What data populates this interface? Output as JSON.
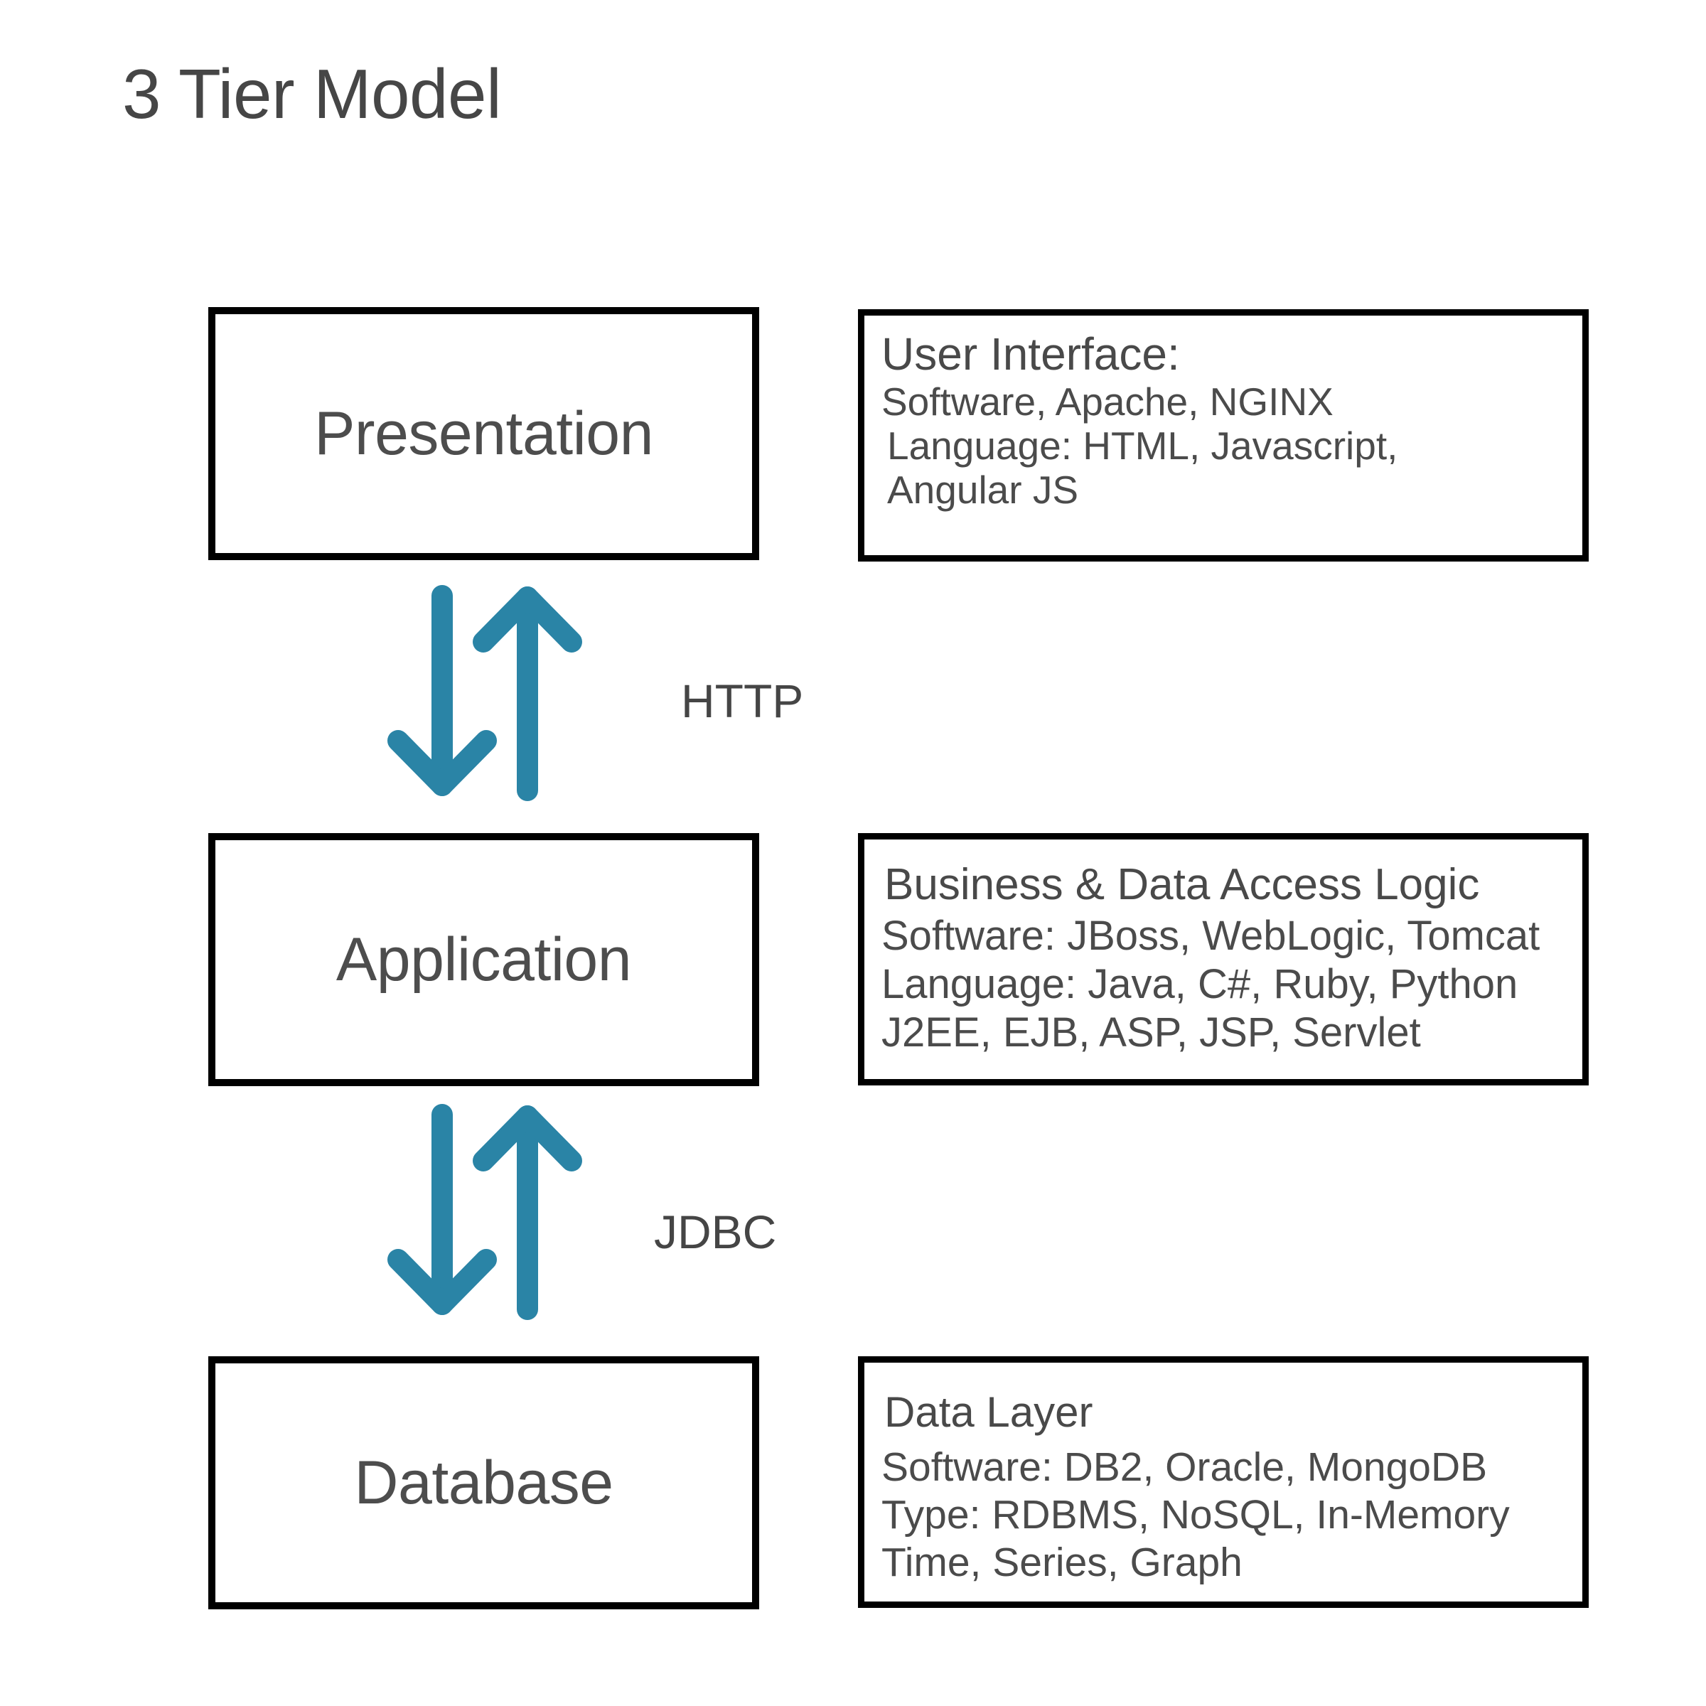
{
  "title": "3 Tier Model",
  "colors": {
    "arrow_teal": "#2a84a6",
    "box_border": "#000000",
    "text_gray": "#4a4a4a",
    "background": "#ffffff"
  },
  "tiers": [
    {
      "name": "presentation",
      "label": "Presentation",
      "detail": {
        "heading": "User Interface:",
        "lines": [
          "Software, Apache, NGINX",
          "Language: HTML, Javascript,",
          "Angular JS"
        ]
      }
    },
    {
      "name": "application",
      "label": "Application",
      "detail": {
        "heading": "Business & Data Access Logic",
        "lines": [
          "Software: JBoss, WebLogic, Tomcat",
          "Language: Java, C#, Ruby, Python",
          "J2EE, EJB, ASP, JSP, Servlet"
        ]
      }
    },
    {
      "name": "database",
      "label": "Database",
      "detail": {
        "heading": "Data Layer",
        "lines": [
          "Software: DB2, Oracle, MongoDB",
          "Type: RDBMS, NoSQL, In-Memory",
          "Time, Series, Graph"
        ]
      }
    }
  ],
  "connectors": [
    {
      "name": "presentation-to-application",
      "label": "HTTP",
      "down_arrow": "arrow-down-icon",
      "up_arrow": "arrow-up-icon"
    },
    {
      "name": "application-to-database",
      "label": "JDBC",
      "down_arrow": "arrow-down-icon",
      "up_arrow": "arrow-up-icon"
    }
  ]
}
